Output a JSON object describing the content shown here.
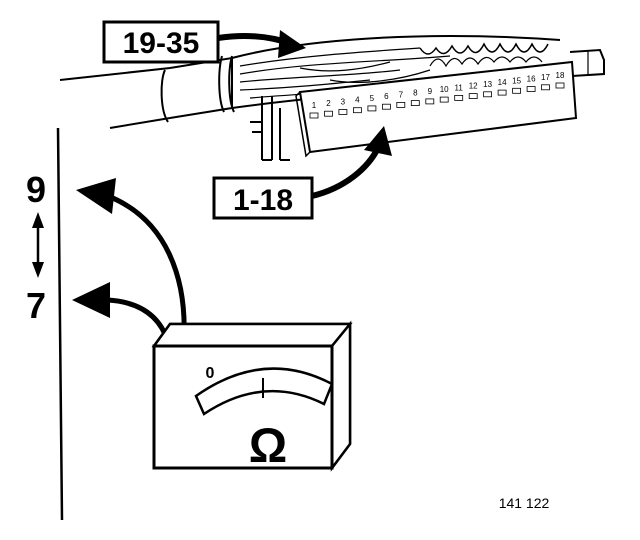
{
  "labels": {
    "connector_wires": "19-35",
    "connector_pins": "1-18",
    "terminal_upper": "9",
    "terminal_lower": "7",
    "meter_zero": "0",
    "meter_unit": "Ω",
    "figure_ref": "141 122"
  },
  "pin_numbers": [
    "1",
    "2",
    "3",
    "4",
    "5",
    "6",
    "7",
    "8",
    "9",
    "10",
    "11",
    "12",
    "13",
    "14",
    "15",
    "16",
    "17",
    "18"
  ],
  "colors": {
    "ink": "#000000",
    "paper": "#ffffff",
    "meter_face": "#ffffff"
  }
}
